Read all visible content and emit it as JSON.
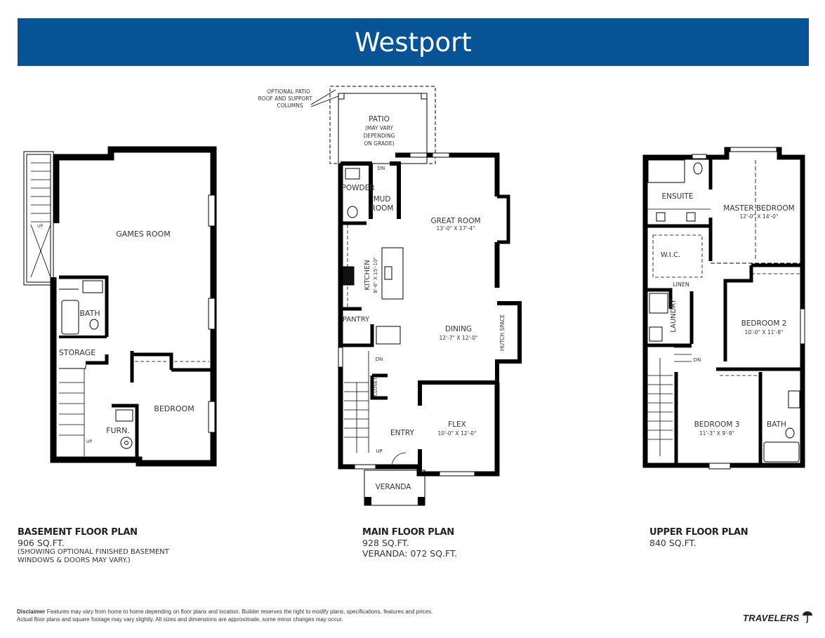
{
  "header": {
    "title": "Westport",
    "background": "#065395"
  },
  "plans": [
    {
      "name": "BASEMENT FLOOR PLAN",
      "area": "906 SQ.FT.",
      "notes": [
        "(SHOWING OPTIONAL FINISHED BASEMENT",
        "WINDOWS & DOORS MAY VARY.)"
      ],
      "rooms": {
        "games_room": "GAMES ROOM",
        "bath": "BATH",
        "storage": "STORAGE",
        "bedroom": "BEDROOM",
        "furnace": "FURN.",
        "up1": "UP",
        "up2": "UP"
      }
    },
    {
      "name": "MAIN FLOOR PLAN",
      "area": "928 SQ.FT.",
      "veranda_area": "VERANDA: 072 SQ.FT.",
      "callout": [
        "OPTIONAL PATIO",
        "ROOF AND SUPPORT",
        "COLUMNS"
      ],
      "rooms": {
        "patio": "PATIO",
        "patio_note": [
          "(MAY VARY",
          "DEPENDING",
          "ON GRADE)"
        ],
        "powder": "POWDER",
        "mud_room": [
          "MUD",
          "ROOM"
        ],
        "great_room": "GREAT ROOM",
        "great_room_dim": "13'-0\" X 17'-4\"",
        "kitchen": "KITCHEN",
        "kitchen_dim": "8'-6\" X 15'-10\"",
        "pantry": "PANTRY",
        "dining": "DINING",
        "dining_dim": "12'-7\" X 12'-0\"",
        "hutch_space": "HUTCH SPACE",
        "closet": "CLOSET",
        "entry": "ENTRY",
        "flex": "FLEX",
        "flex_dim": "10'-0\" X 12'-0\"",
        "veranda": "VERANDA",
        "dn1": "DN",
        "dn2": "DN",
        "up": "UP"
      }
    },
    {
      "name": "UPPER FLOOR PLAN",
      "area": "840 SQ.FT.",
      "rooms": {
        "ensuite": "ENSUITE",
        "master_bedroom": "MASTER BEDROOM",
        "master_bedroom_dim": "12'-0\" X 14'-0\"",
        "wic": "W.I.C.",
        "linen": "LINEN",
        "laundry": "LAUNDRY",
        "bedroom2": "BEDROOM 2",
        "bedroom2_dim": "10'-0\" X 11'-8\"",
        "bedroom3": "BEDROOM 3",
        "bedroom3_dim": "11'-3\" X 9'-9\"",
        "bath": "BATH",
        "dn": "DN"
      }
    }
  ],
  "footer": {
    "disclaimer_label": "Disclaimer",
    "disclaimer_text": "Features may vary from home to home depending on floor plans and location. Builder reserves the right to modify plans, specifications, features and prices. Actual floor plans and square footage may vary slightly. All sizes and dimensions are approximate, some minor changes may occur.",
    "brand": "TRAVELERS"
  }
}
